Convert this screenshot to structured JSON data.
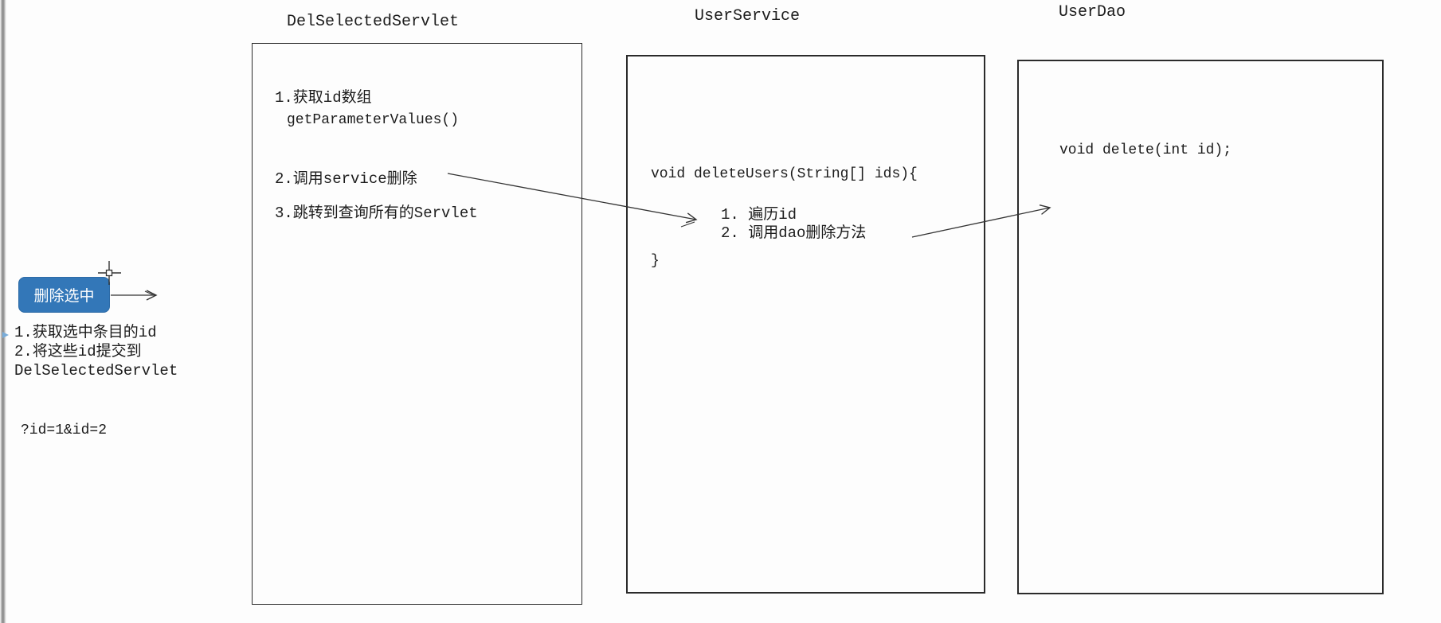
{
  "canvas": {
    "background": "#fdfdfd",
    "accent_blue": "#3377b8",
    "line_color": "#333333"
  },
  "button": {
    "label": "删除选中",
    "color": "#3377b8",
    "text_color": "#ffffff"
  },
  "left_notes": {
    "line1": "1.获取选中条目的id",
    "line2": "2.将这些id提交到",
    "line3": "DelSelectedServlet",
    "query": "?id=1&id=2"
  },
  "boxes": {
    "servlet": {
      "title": "DelSelectedServlet",
      "step1": "1.获取id数组",
      "step1_code": "getParameterValues()",
      "step2": "2.调用service删除",
      "step3": "3.跳转到查询所有的Servlet"
    },
    "service": {
      "title": "UserService",
      "signature": "void deleteUsers(String[] ids){",
      "step1": "1. 遍历id",
      "step2": "2. 调用dao删除方法",
      "closing": "}"
    },
    "dao": {
      "title": "UserDao",
      "method": "void delete(int id);"
    }
  },
  "icons": {
    "cursor": "crosshair-cursor",
    "marker": "blue-triangle-marker",
    "arrow": "hand-drawn-arrow"
  }
}
